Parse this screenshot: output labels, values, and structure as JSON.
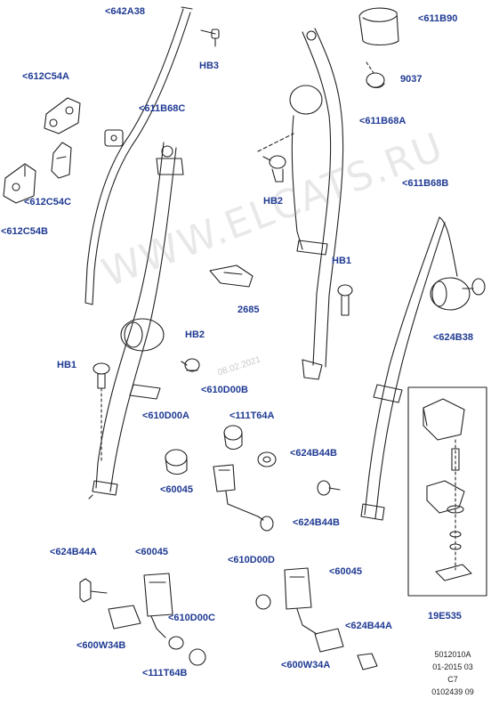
{
  "diagram": {
    "callouts": {
      "c642A38": "<642A38",
      "hb3": "HB3",
      "c611B90": "<611B90",
      "c9037": "9037",
      "c612C54A": "<612C54A",
      "c611B68C": "<611B68C",
      "c611B68A": "<611B68A",
      "c612C54C": "<612C54C",
      "c612C54B": "<612C54B",
      "hb2_top": "HB2",
      "c611B68B": "<611B68B",
      "hb1_right": "HB1",
      "c2685": "2685",
      "c624B38": "<624B38",
      "hb2_mid": "HB2",
      "hb1_left": "HB1",
      "c610D00B": "<610D00B",
      "c610D00A": "<610D00A",
      "c111T64A": "<111T64A",
      "c624B44B_a": "<624B44B",
      "c60045_a": "<60045",
      "c624B44B_b": "<624B44B",
      "c624B44A_left": "<624B44A",
      "c60045_b": "<60045",
      "c610D00D": "<610D00D",
      "c60045_c": "<60045",
      "c610D00C": "<610D00C",
      "c600W34B": "<600W34B",
      "c111T64B": "<111T64B",
      "c624B44A_right": "<624B44A",
      "c600W34A": "<600W34A",
      "c19E535": "19E535"
    },
    "footer": {
      "ref": "5012010A",
      "date_range": "01-2015 03",
      "code": "C7",
      "number": "0102439 09"
    },
    "watermark": "WWW.ELCATS.RU",
    "stamp": "08.02.2021",
    "colors": {
      "callout": "#1f3a93",
      "line": "#222222"
    }
  }
}
